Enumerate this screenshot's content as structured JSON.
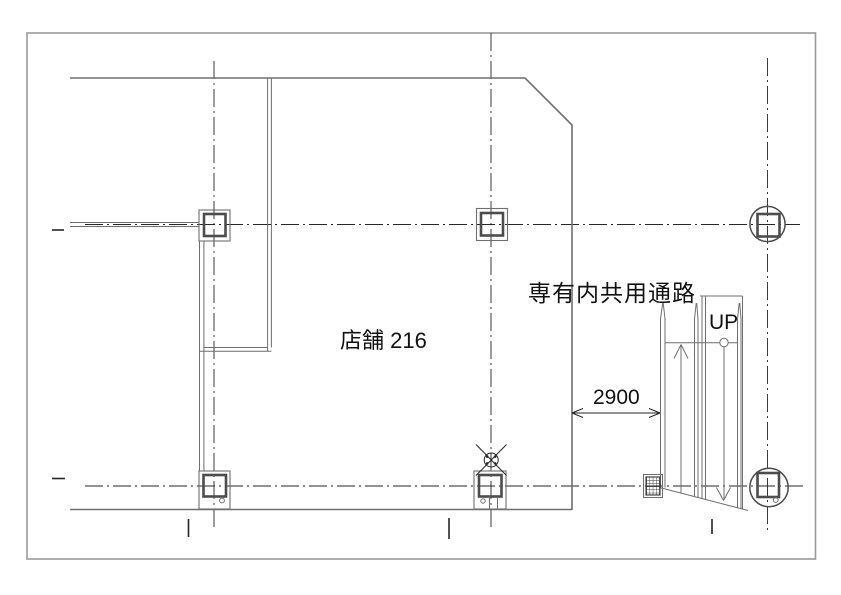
{
  "colors": {
    "bg": "#ffffff",
    "frame": "#9a9a9a",
    "line_gray": "#6f6f6f",
    "line_dark": "#262626",
    "column_dark": "#4c4c4c",
    "text": "#111111"
  },
  "plan": {
    "room_label": "店舗 216",
    "passage_label": "専有内共用通路",
    "up_label": "UP",
    "dimension_value": "2900"
  }
}
